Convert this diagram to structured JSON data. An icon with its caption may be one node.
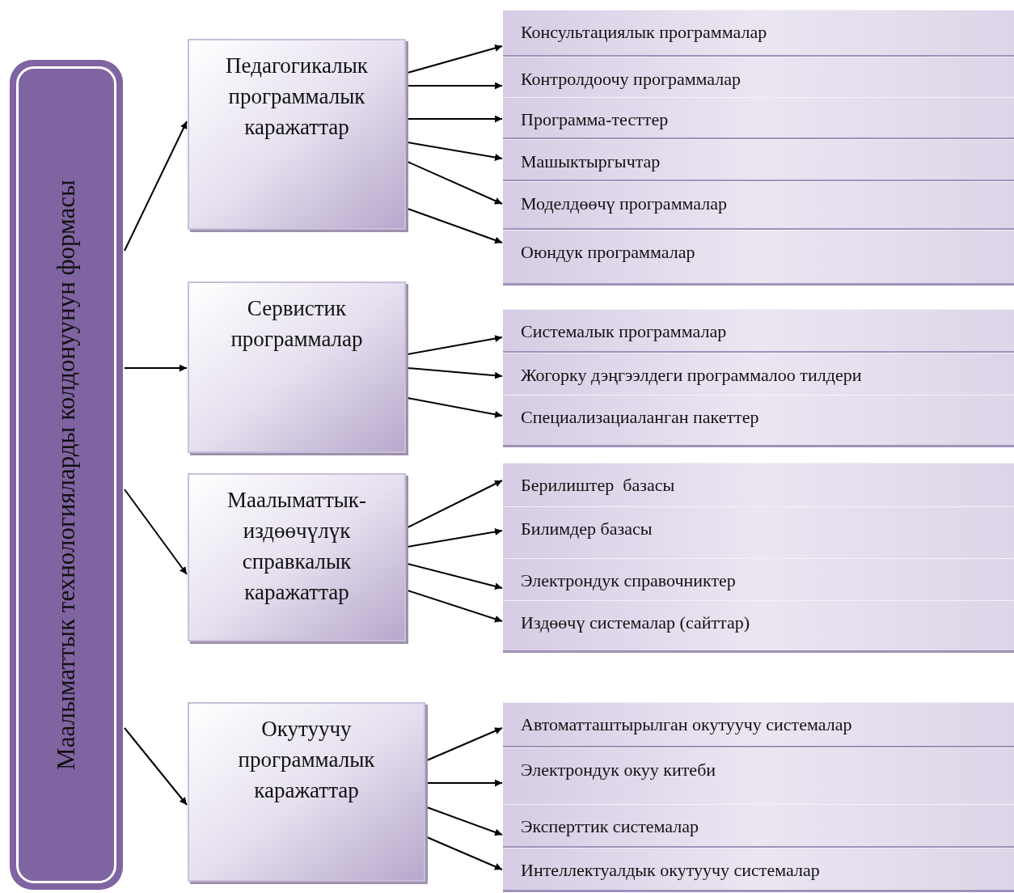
{
  "diagram": {
    "nodes": [
      {
        "text": [
          "Маалыматтык технологияларды колдонуунун формасы"
        ]
      },
      {
        "text": [
          "Педагогикалык программалык каражаттар"
        ]
      },
      {
        "text": [
          "Консультациялык программалар"
        ]
      },
      {
        "text": [
          "Контролдоочу программалар"
        ]
      },
      {
        "text": [
          "Программа-тесттер"
        ]
      },
      {
        "text": [
          "Машыктыргычтар"
        ]
      },
      {
        "text": [
          "Моделдөөчү программалар"
        ]
      },
      {
        "text": [
          "Оюндук программалар"
        ]
      },
      {
        "text": [
          "Сервистик программалар"
        ]
      },
      {
        "text": [
          "Системалык программалар"
        ]
      },
      {
        "text": [
          "Жогорку дэңгээлдеги программалоо тилдери"
        ]
      },
      {
        "text": [
          "Специализациаланган пакеттер"
        ]
      },
      {
        "text": [
          "Маалыматтык-издөөчүлүк справкалык каражаттар"
        ]
      },
      {
        "text": [
          "Берилиштер  базасы"
        ]
      },
      {
        "text": [
          "Билимдер базасы"
        ]
      },
      {
        "text": [
          "Электрондук справочниктер"
        ]
      },
      {
        "text": [
          "Издөөчү системалар (сайттар)"
        ]
      },
      {
        "text": [
          "Окутуучу программалык каражаттар"
        ]
      },
      {
        "text": [
          "Автоматташтырылган окутуучу системалар"
        ]
      },
      {
        "text": [
          "Электрондук окуу китеби"
        ]
      },
      {
        "text": [
          "Эксперттик системалар"
        ]
      },
      {
        "text": [
          "Интеллектуалдык окутуучу системалар"
        ]
      }
    ],
    "edges": [
      {
        "from": 0,
        "to": 1,
        "arrow": "to"
      },
      {
        "from": 0,
        "to": 8,
        "arrow": "to"
      },
      {
        "from": 0,
        "to": 12,
        "arrow": "to"
      },
      {
        "from": 0,
        "to": 17,
        "arrow": "to"
      },
      {
        "from": 1,
        "to": 2,
        "arrow": "to"
      },
      {
        "from": 1,
        "to": 3,
        "arrow": "to"
      },
      {
        "from": 1,
        "to": 4,
        "arrow": "to"
      },
      {
        "from": 1,
        "to": 5,
        "arrow": "to"
      },
      {
        "from": 1,
        "to": 6,
        "arrow": "to"
      },
      {
        "from": 1,
        "to": 7,
        "arrow": "to"
      },
      {
        "from": 8,
        "to": 9,
        "arrow": "to"
      },
      {
        "from": 8,
        "to": 10,
        "arrow": "to"
      },
      {
        "from": 8,
        "to": 11,
        "arrow": "to"
      },
      {
        "from": 12,
        "to": 13,
        "arrow": "to"
      },
      {
        "from": 12,
        "to": 14,
        "arrow": "to"
      },
      {
        "from": 12,
        "to": 15,
        "arrow": "to"
      },
      {
        "from": 12,
        "to": 16,
        "arrow": "to"
      },
      {
        "from": 17,
        "to": 18,
        "arrow": "to"
      },
      {
        "from": 17,
        "to": 19,
        "arrow": "to"
      },
      {
        "from": 17,
        "to": 20,
        "arrow": "to"
      },
      {
        "from": 17,
        "to": 21,
        "arrow": "to"
      }
    ]
  }
}
